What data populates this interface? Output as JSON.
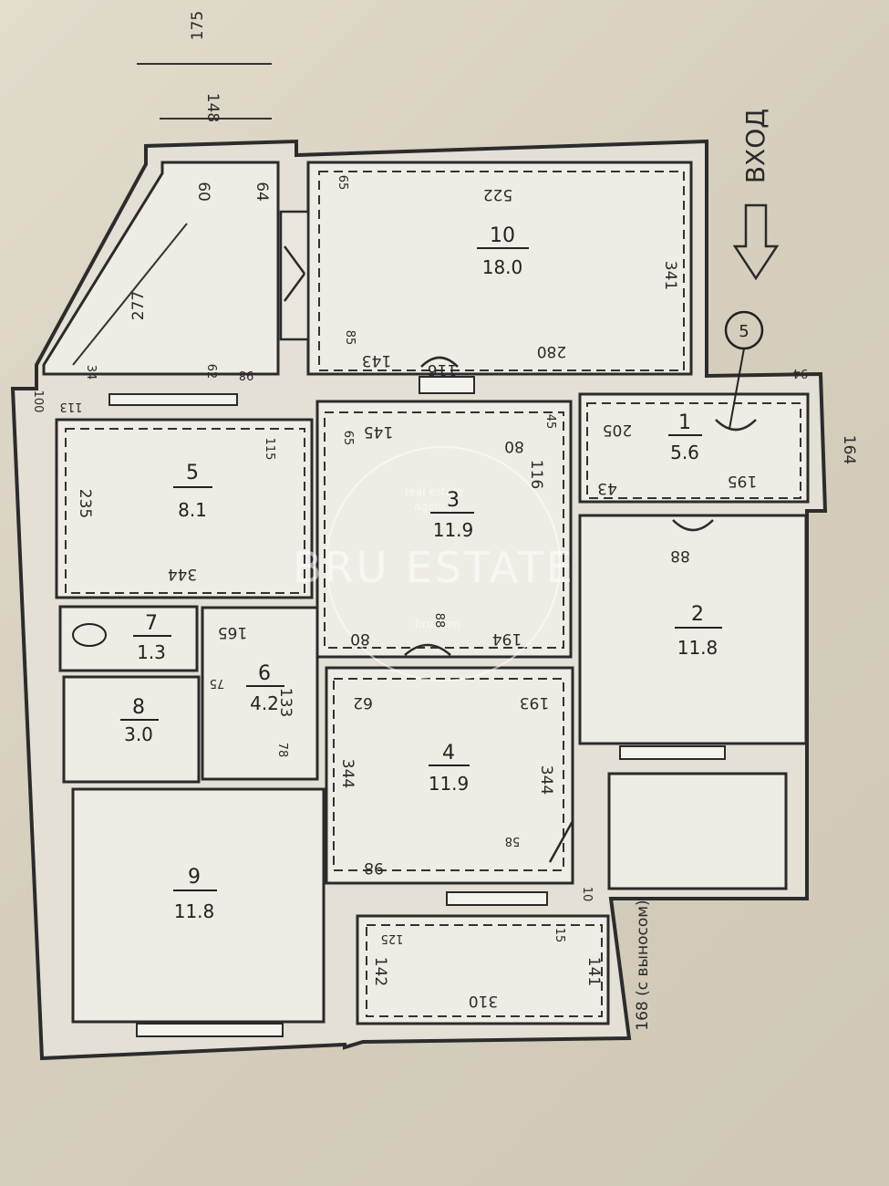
{
  "rooms": [
    {
      "id": "1",
      "number": "1",
      "area": "5.6"
    },
    {
      "id": "2",
      "number": "2",
      "area": "11.8"
    },
    {
      "id": "3",
      "number": "3",
      "area": "11.9"
    },
    {
      "id": "4",
      "number": "4",
      "area": "11.9"
    },
    {
      "id": "5",
      "number": "5",
      "area": "8.1"
    },
    {
      "id": "6",
      "number": "6",
      "area": "4.2"
    },
    {
      "id": "7",
      "number": "7",
      "area": "1.3"
    },
    {
      "id": "8",
      "number": "8",
      "area": "3.0"
    },
    {
      "id": "9",
      "number": "9",
      "area": "11.8"
    },
    {
      "id": "10",
      "number": "10",
      "area": "18.0"
    }
  ],
  "dimensions": {
    "d175": "175",
    "d148": "148",
    "d60": "60",
    "d64": "64",
    "d65a": "65",
    "d522": "522",
    "d277": "277",
    "d341": "341",
    "d143": "143",
    "d280": "280",
    "d116a": "116",
    "d85": "85",
    "d62": "62",
    "d98a": "98",
    "d34": "34",
    "d100": "100",
    "d113": "113",
    "d145": "145",
    "d65b": "65",
    "d80a": "80",
    "d45": "45",
    "d205": "205",
    "d115": "115",
    "d235": "235",
    "d344a": "344",
    "d116b": "116",
    "d43": "43",
    "d195": "195",
    "d164": "164",
    "d94": "94",
    "d88a": "88",
    "d165": "165",
    "d80b": "80",
    "d88b": "88",
    "d194": "194",
    "d75": "75",
    "d133": "133",
    "d62b": "62",
    "d193": "193",
    "d344b": "344",
    "d344c": "344",
    "d78": "78",
    "d98b": "98",
    "d58": "58",
    "d142": "142",
    "d141": "141",
    "d310": "310",
    "d10": "10",
    "d15": "15",
    "d168": "168 (с выносом)",
    "d125": "125"
  },
  "entrance": {
    "label": "ВХОД",
    "marker": "5"
  },
  "watermark": {
    "brand": "BRU ESTATE",
    "tagline_1": "real estate",
    "tagline_2": "agency",
    "site": "bru.com"
  }
}
